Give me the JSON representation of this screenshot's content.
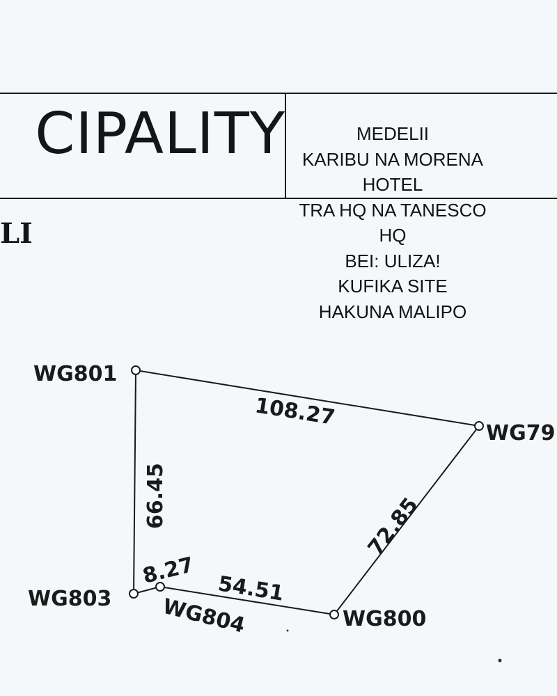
{
  "header": {
    "title": "CIPALITY",
    "subtitle": "LI"
  },
  "notice": {
    "lines": [
      "MEDELII",
      "KARIBU NA MORENA",
      "HOTEL",
      "TRA HQ NA TANESCO",
      "HQ",
      "BEI: ULIZA!",
      "KUFIKA SITE",
      "HAKUNA MALIPO"
    ]
  },
  "plot": {
    "beacons": {
      "wg801": "WG801",
      "wg79": "WG79",
      "wg800": "WG800",
      "wg804": "WG804",
      "wg803": "WG803"
    },
    "distances": {
      "wg801_wg79": "108.27",
      "wg79_wg800": "72.85",
      "wg800_wg804": "54.51",
      "wg804_wg803": "8.27",
      "wg803_wg801": "66.45"
    }
  }
}
